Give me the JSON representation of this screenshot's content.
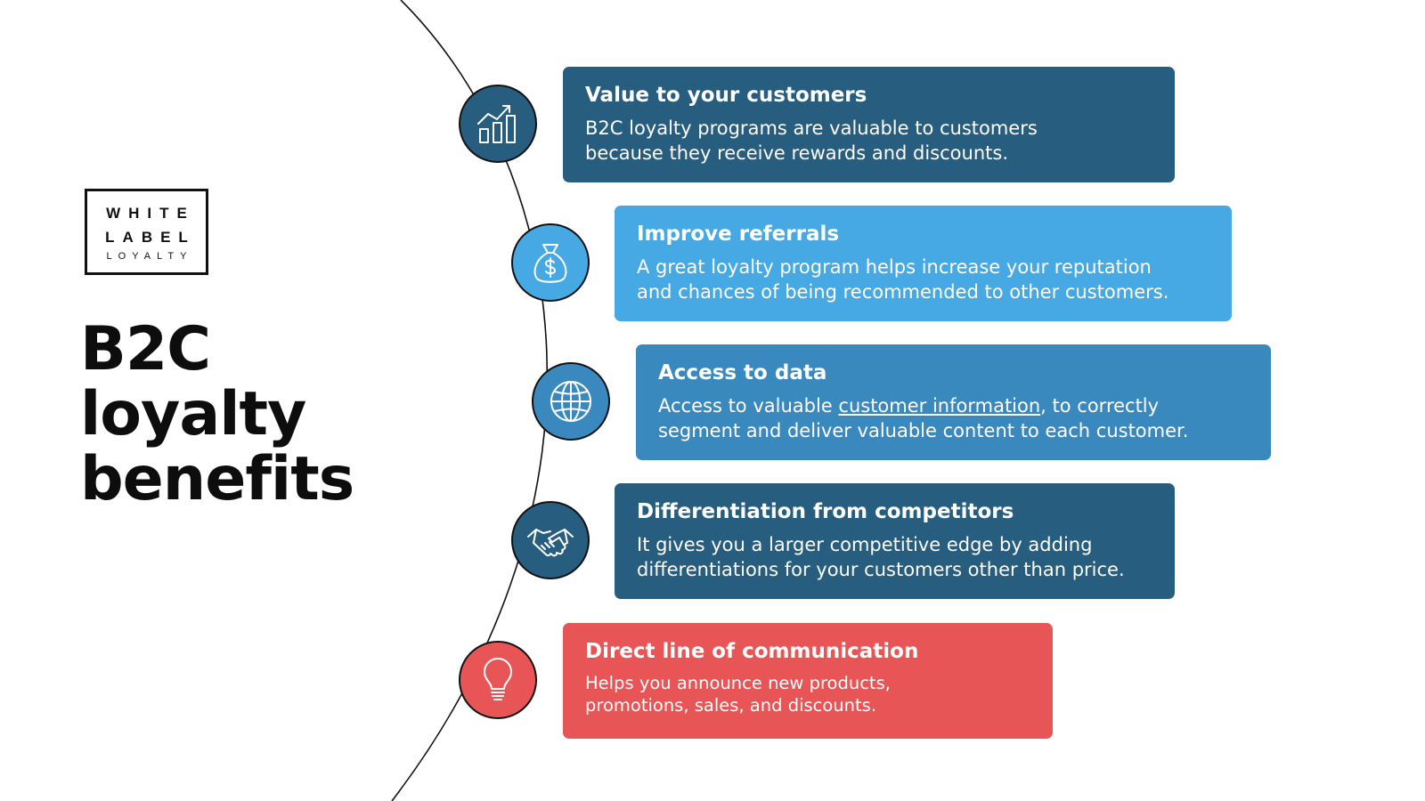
{
  "logo": {
    "line1": "WHITE",
    "line2": "LABEL",
    "line3": "LOYALTY"
  },
  "title": {
    "line1": "B2C",
    "line2": "loyalty",
    "line3": "benefits"
  },
  "colors": {
    "dark_blue": "#275D7F",
    "light_blue": "#46A9E4",
    "mid_blue": "#3A89BE",
    "red": "#E85556"
  },
  "benefits": [
    {
      "icon": "bar-chart-growth-icon",
      "heading": "Value to your customers",
      "line1": "B2C loyalty programs are valuable to customers",
      "line2": "because they receive rewards and discounts."
    },
    {
      "icon": "money-bag-icon",
      "heading": "Improve referrals",
      "line1": "A great loyalty program helps increase your reputation",
      "line2": "and chances of being recommended to other customers."
    },
    {
      "icon": "globe-icon",
      "heading": "Access to data",
      "line1_pre": "Access to valuable ",
      "line1_link": "customer information",
      "line1_post": ", to correctly",
      "line2": "segment and deliver valuable content to each customer."
    },
    {
      "icon": "handshake-icon",
      "heading": "Differentiation from competitors",
      "line1": "It gives you a larger competitive edge by adding",
      "line2": "differentiations for your customers other than price."
    },
    {
      "icon": "lightbulb-icon",
      "heading": "Direct line of communication",
      "line1": "Helps you announce new products,",
      "line2": "promotions, sales, and discounts."
    }
  ]
}
